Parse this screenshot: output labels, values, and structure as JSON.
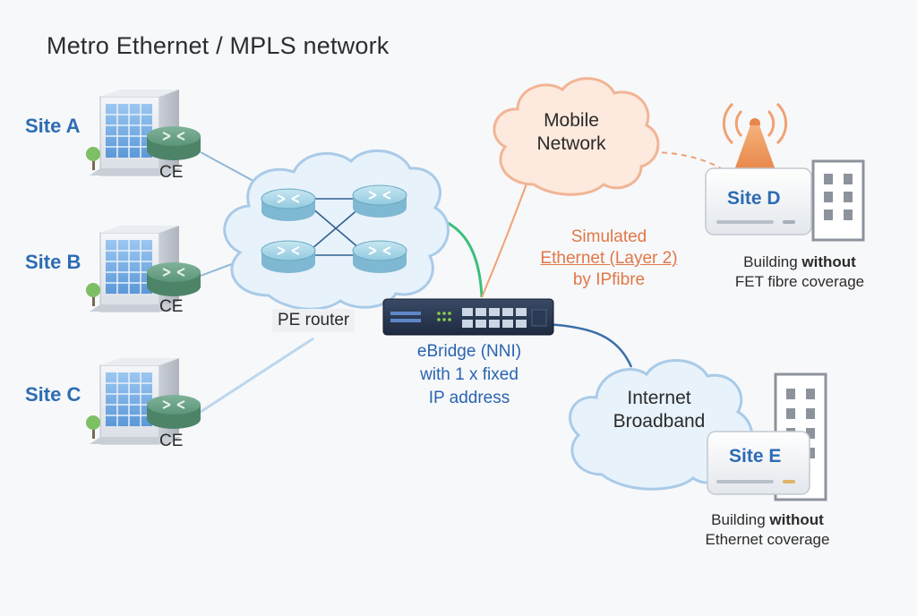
{
  "title": "Metro Ethernet / MPLS network",
  "sites": [
    {
      "label": "Site A",
      "ce": "CE"
    },
    {
      "label": "Site B",
      "ce": "CE"
    },
    {
      "label": "Site C",
      "ce": "CE"
    }
  ],
  "pe_router": "PE router",
  "ebridge": {
    "line1": "eBridge (NNI)",
    "line2": "with 1 x fixed",
    "line3": "IP address"
  },
  "mobile_network": {
    "line1": "Mobile",
    "line2": "Network"
  },
  "simulated": {
    "line1": "Simulated",
    "line2": "Ethernet (Layer 2)",
    "line3": "by IPfibre"
  },
  "internet_broadband": {
    "line1": "Internet",
    "line2": "Broadband"
  },
  "site_d": {
    "label": "Site D",
    "caption_prefix": "Building ",
    "caption_bold": "without",
    "caption_line2": "FET fibre coverage"
  },
  "site_e": {
    "label": "Site E",
    "caption_prefix": "Building ",
    "caption_bold": "without",
    "caption_line2": "Ethernet coverage"
  },
  "colors": {
    "site_blue": "#2d6cb3",
    "orange": "#e07848",
    "green_link": "#3bbf7a",
    "cloud_fill": "#e8f2fb",
    "cloud_stroke": "#a9cbe8",
    "mobile_fill": "#fde9dd",
    "mobile_stroke": "#f1b595"
  },
  "icons": [
    "office-building-icon",
    "tree-icon",
    "ce-router-icon",
    "pe-router-icon",
    "switch-icon",
    "cell-tower-icon",
    "modem-box-icon"
  ]
}
